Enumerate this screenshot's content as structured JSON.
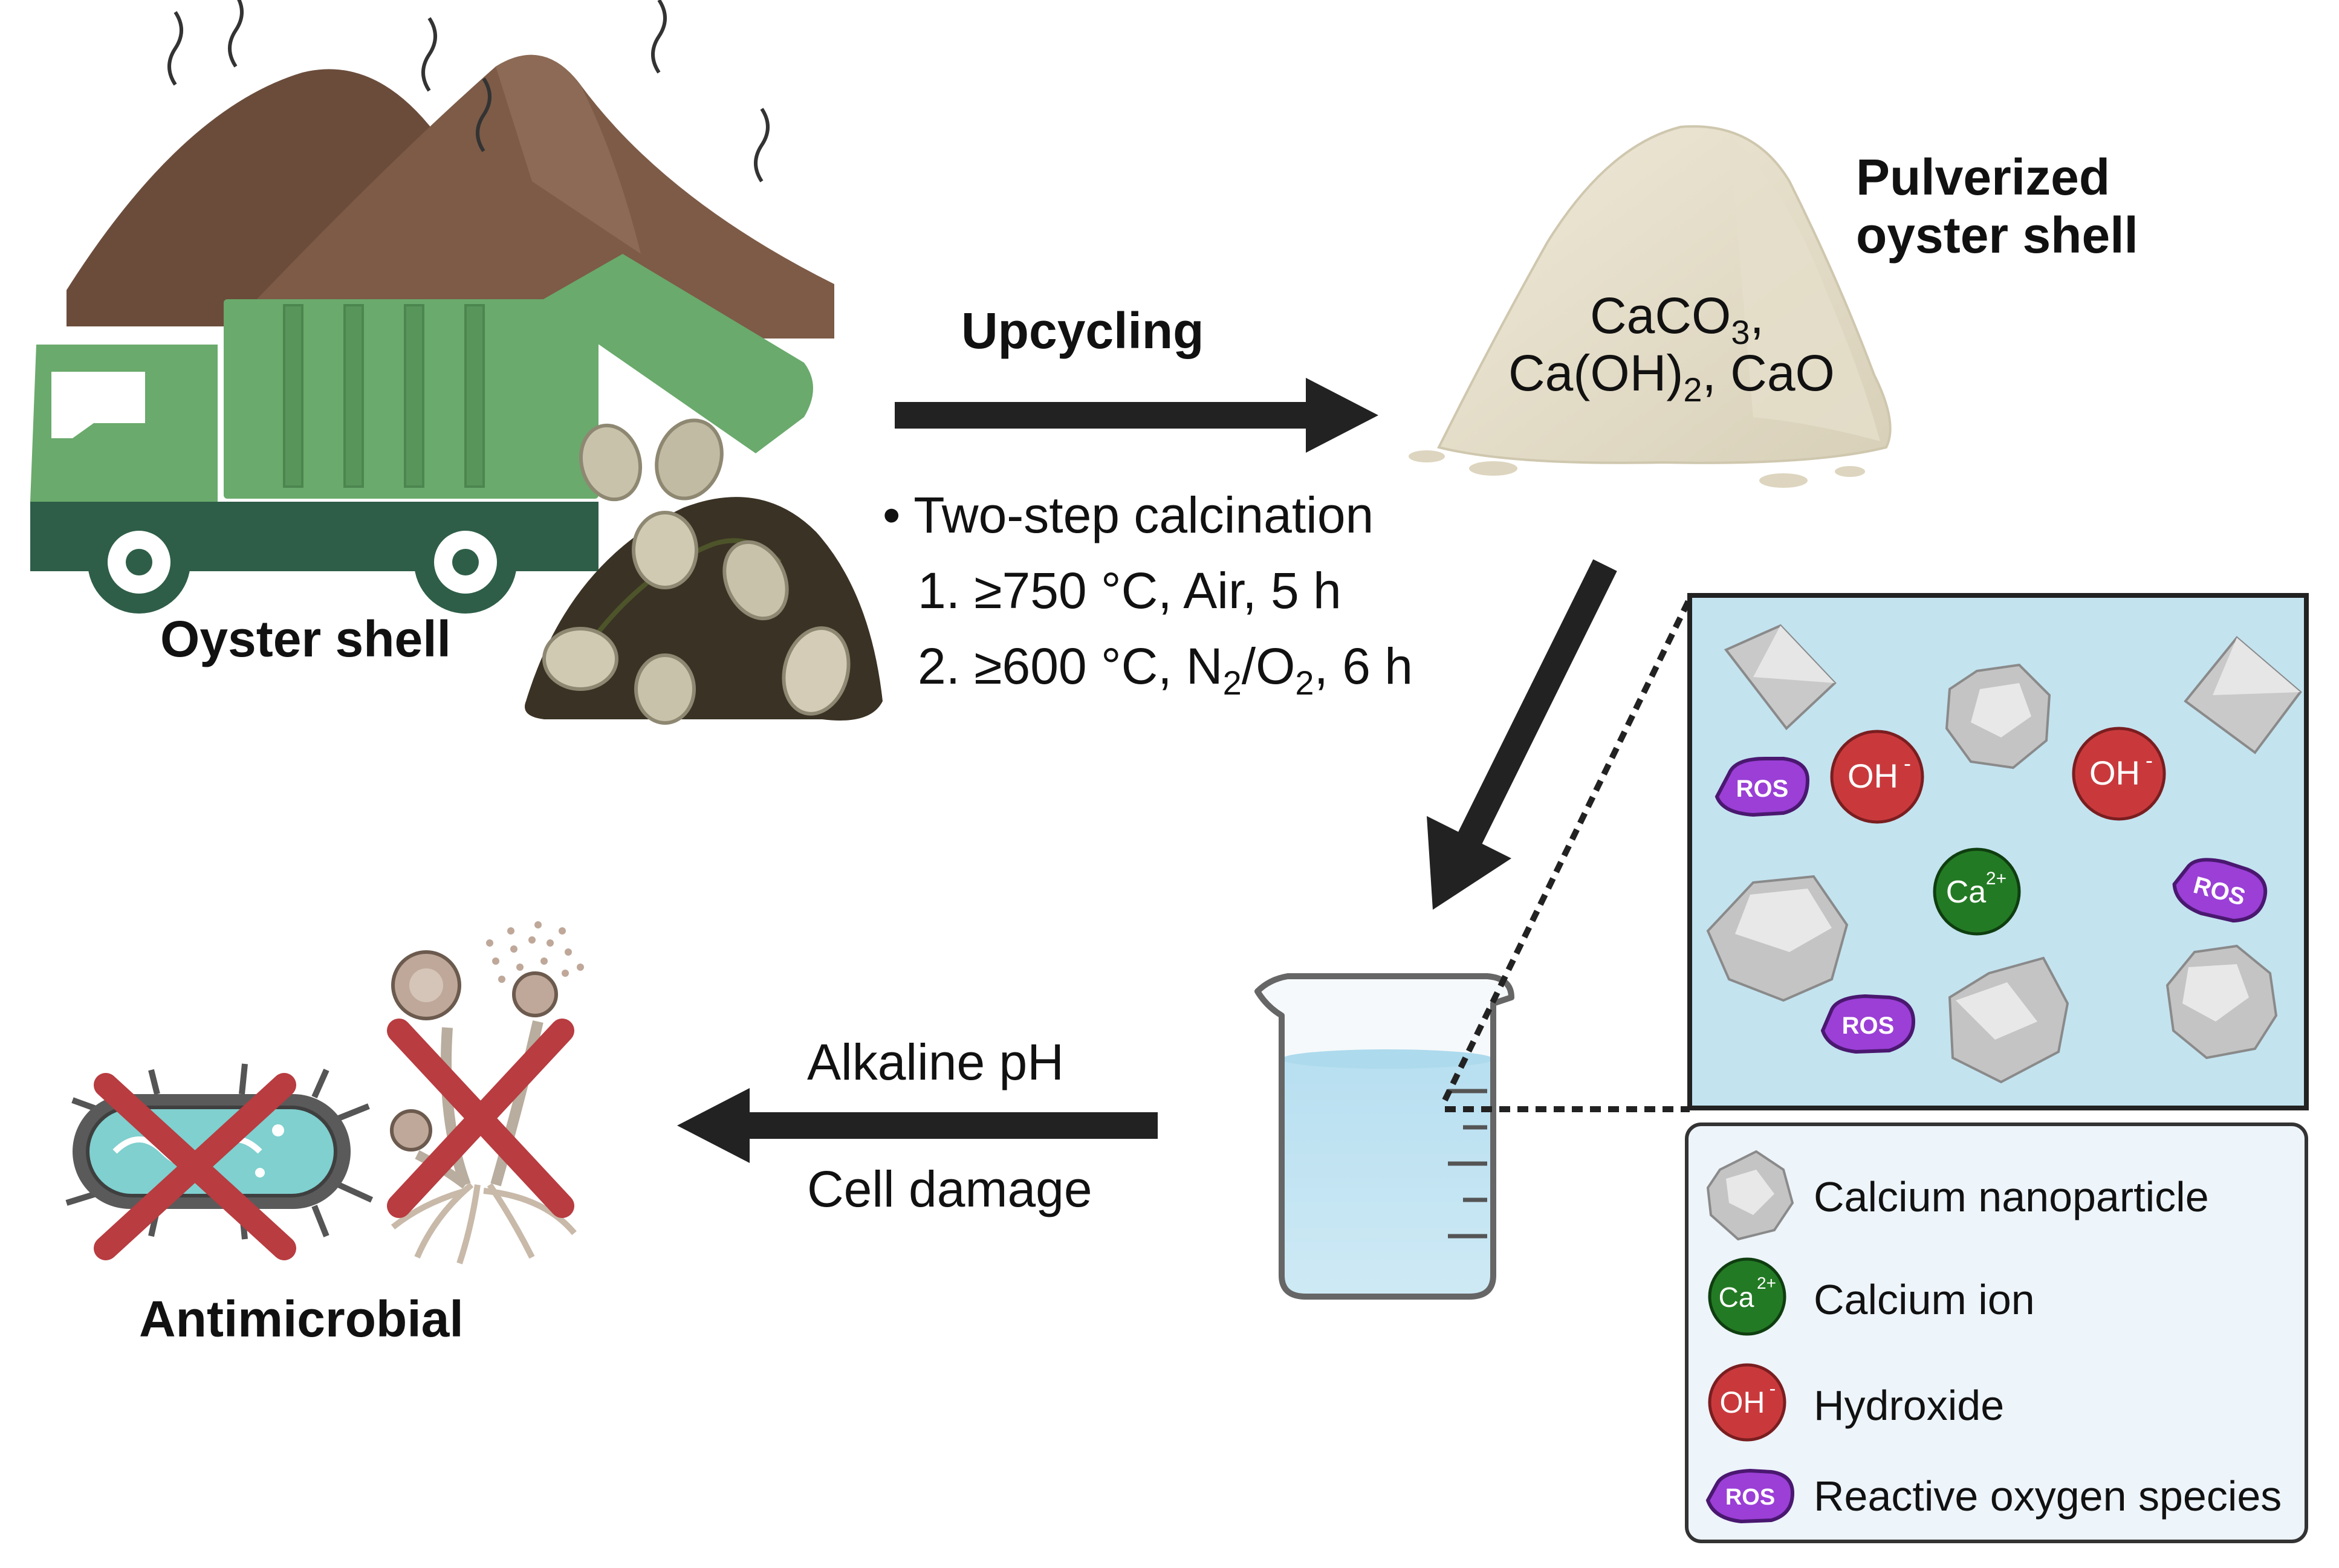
{
  "labels": {
    "oyster_shell": "Oyster shell",
    "upcycling": "Upcycling",
    "pulverized_line1": "Pulverized",
    "pulverized_line2": "oyster shell",
    "powder_formula_line1_pre": "CaCO",
    "powder_formula_line1_sub": "3",
    "powder_formula_line1_post": ",",
    "powder_formula_line2_pre": "Ca(OH)",
    "powder_formula_line2_sub": "2",
    "powder_formula_line2_post": ", CaO",
    "calcination_title": "• Two-step calcination",
    "step1": "1. ≥750 °C, Air, 5 h",
    "step2_pre": "2. ≥600 °C, N",
    "step2_sub1": "2",
    "step2_mid": "/O",
    "step2_sub2": "2",
    "step2_post": ", 6 h",
    "alkaline_ph": "Alkaline pH",
    "cell_damage": "Cell damage",
    "antimicrobial": "Antimicrobial"
  },
  "zoom_particles": {
    "oh_label": "OH",
    "oh_sup": "-",
    "ca_label": "Ca",
    "ca_sup": "2+",
    "ros_label": "ROS"
  },
  "legend": {
    "items": [
      {
        "icon": "calcium-nanoparticle-icon",
        "label": "Calcium nanoparticle"
      },
      {
        "icon": "calcium-ion-icon",
        "label": "Calcium ion"
      },
      {
        "icon": "hydroxide-icon",
        "label": "Hydroxide"
      },
      {
        "icon": "ros-icon",
        "label": "Reactive oxygen species"
      }
    ]
  },
  "colors": {
    "truck_green": "#6aaa6c",
    "truck_dark": "#2e5e48",
    "zoom_bg": "#c3e3ef",
    "legend_bg": "#edf4fa",
    "hydroxide": "#c9393c",
    "calcium_ion": "#237a24",
    "ros": "#9b3fd6",
    "cross": "#b83c40"
  }
}
